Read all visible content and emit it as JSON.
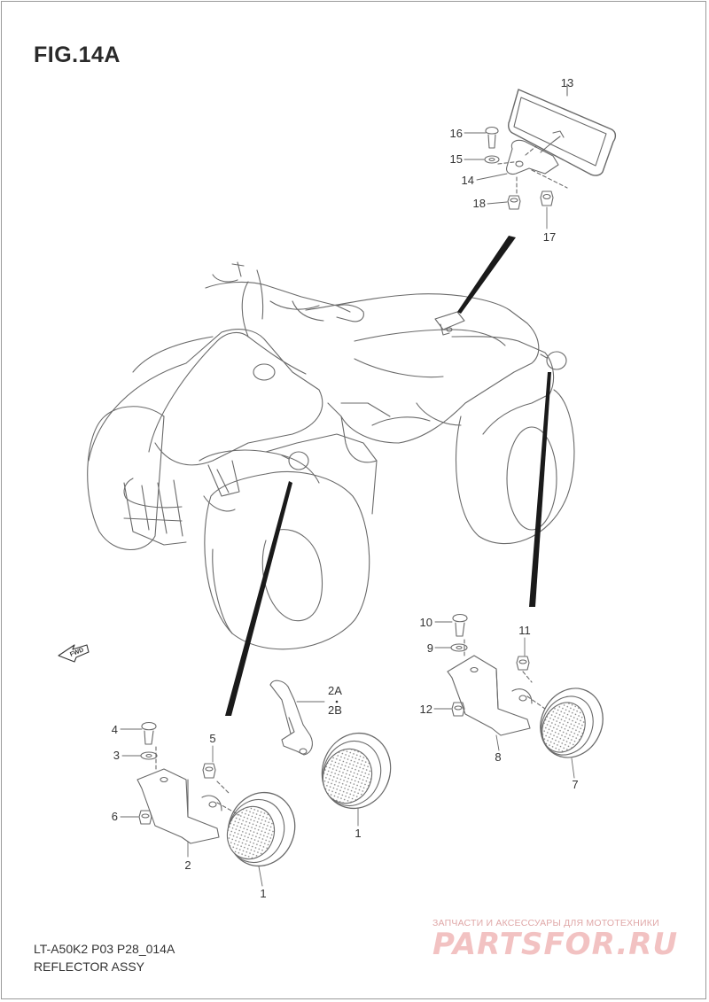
{
  "figure": {
    "title": "FIG.14A",
    "code": "LT-A50K2 P03 P28_014A",
    "name": "REFLECTOR ASSY"
  },
  "fwd_label": "FWD",
  "callouts": {
    "p1a": "1",
    "p1b": "1",
    "p2": "2",
    "p2ab_a": "2A",
    "p2ab_b": "2B",
    "p3": "3",
    "p4": "4",
    "p5": "5",
    "p6": "6",
    "p7": "7",
    "p8": "8",
    "p9": "9",
    "p10": "10",
    "p11": "11",
    "p12": "12",
    "p13": "13",
    "p14": "14",
    "p15": "15",
    "p16": "16",
    "p17": "17",
    "p18": "18"
  },
  "watermark": {
    "tagline": "ЗАПЧАСТИ И АКСЕССУАРЫ ДЛЯ МОТОТЕХНИКИ",
    "logo": "PARTSFOR.RU"
  },
  "colors": {
    "line": "#6a6a6a",
    "text": "#333333",
    "watermark": "#f2c2c2"
  }
}
